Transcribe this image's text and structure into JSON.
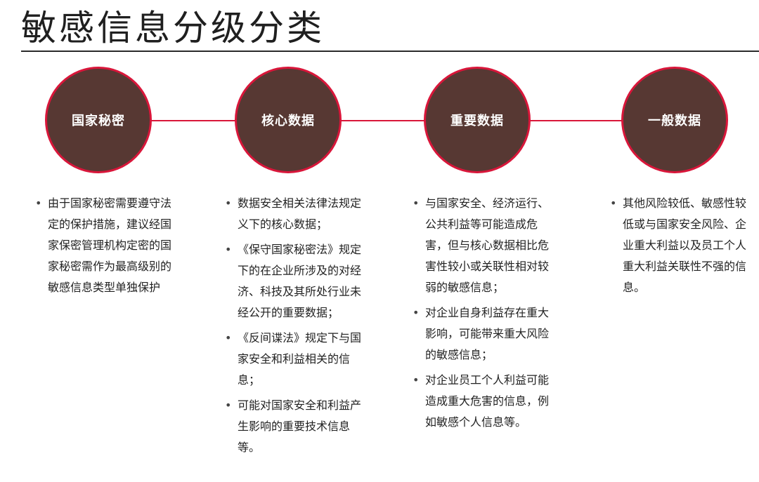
{
  "title": "敏感信息分级分类",
  "colors": {
    "circle_fill": "#573833",
    "accent_red": "#d9163a"
  },
  "bullet_glyph": "•",
  "categories": [
    {
      "label": "国家秘密",
      "items": [
        "由于国家秘密需要遵守法定的保护措施，建议经国家保密管理机构定密的国家秘密需作为最高级别的敏感信息类型单独保护"
      ]
    },
    {
      "label": "核心数据",
      "items": [
        "数据安全相关法律法规定义下的核心数据；",
        "《保守国家秘密法》规定下的在企业所涉及的对经济、科技及其所处行业未经公开的重要数据；",
        "《反间谍法》规定下与国家安全和利益相关的信息；",
        "可能对国家安全和利益产生影响的重要技术信息等。"
      ]
    },
    {
      "label": "重要数据",
      "items": [
        "与国家安全、经济运行、公共利益等可能造成危害，但与核心数据相比危害性较小或关联性相对较弱的敏感信息；",
        "对企业自身利益存在重大影响，可能带来重大风险的敏感信息；",
        "对企业员工个人利益可能造成重大危害的信息，例如敏感个人信息等。"
      ]
    },
    {
      "label": "一般数据",
      "items": [
        "其他风险较低、敏感性较低或与国家安全风险、企业重大利益以及员工个人重大利益关联性不强的信息。"
      ]
    }
  ]
}
